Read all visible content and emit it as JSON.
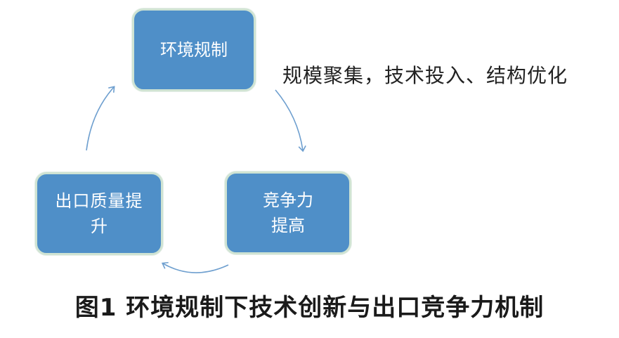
{
  "diagram": {
    "nodes": {
      "top": {
        "lines": [
          "环境规制"
        ]
      },
      "right": {
        "lines": [
          "竞争力",
          "提高"
        ]
      },
      "left": {
        "lines": [
          "出口质量提",
          "升"
        ]
      }
    },
    "annotation": "规模聚集，技术投入、结构优化",
    "caption": "图1  环境规制下技术创新与出口竞争力机制",
    "colors": {
      "node_fill": "#4f8fc8",
      "node_border": "#cfe3d3",
      "arrow": "#6e9fcf"
    }
  }
}
